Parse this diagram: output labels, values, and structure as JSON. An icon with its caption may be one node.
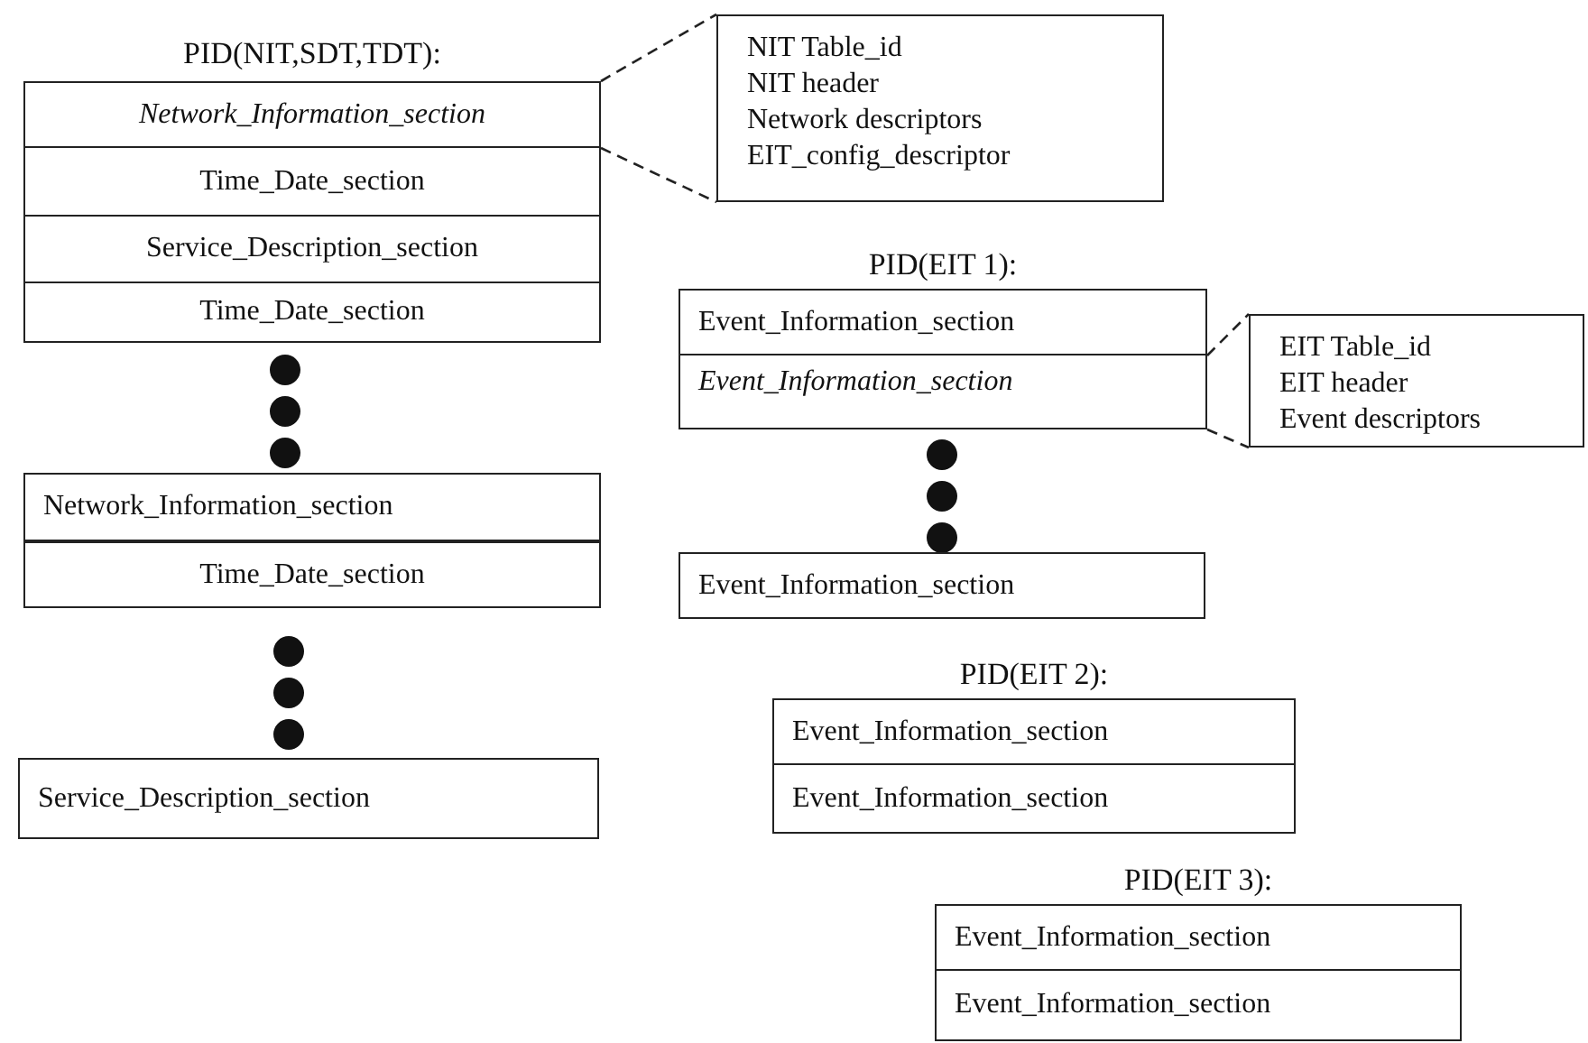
{
  "diagram": {
    "nodes": [
      {
        "text": [
          "PID(NIT,SDT,TDT):"
        ]
      },
      {
        "text": [
          "Network_Information_section"
        ],
        "in": 0
      },
      {
        "text": [
          "Time_Date_section"
        ],
        "in": 0
      },
      {
        "text": [
          "Service_Description_section"
        ],
        "in": 0
      },
      {
        "text": [
          "Time_Date_section"
        ],
        "in": 0
      },
      {
        "text": [
          "Network_Information_section"
        ]
      },
      {
        "text": [
          "Time_Date_section"
        ]
      },
      {
        "text": [
          "Service_Description_section"
        ]
      },
      {
        "text": [
          "NIT Table_id",
          "NIT header",
          "Network descriptors",
          "EIT_config_descriptor"
        ]
      },
      {
        "text": [
          "PID(EIT 1):"
        ]
      },
      {
        "text": [
          "Event_Information_section"
        ],
        "in": 9
      },
      {
        "text": [
          "Event_Information_section"
        ],
        "in": 9
      },
      {
        "text": [
          "EIT Table_id",
          "EIT header",
          "Event descriptors"
        ]
      },
      {
        "text": [
          "Event_Information_section"
        ]
      },
      {
        "text": [
          "PID(EIT 2):"
        ]
      },
      {
        "text": [
          "Event_Information_section"
        ],
        "in": 14
      },
      {
        "text": [
          "Event_Information_section"
        ],
        "in": 14
      },
      {
        "text": [
          "PID(EIT 3):"
        ]
      },
      {
        "text": [
          "Event_Information_section"
        ],
        "in": 17
      },
      {
        "text": [
          "Event_Information_section"
        ],
        "in": 17
      }
    ],
    "edges": [
      {
        "from": 1,
        "to": 8,
        "arrow": "none",
        "style": "dashed"
      },
      {
        "from": 1,
        "to": 8,
        "arrow": "none",
        "style": "dashed"
      },
      {
        "from": 11,
        "to": 12,
        "arrow": "none",
        "style": "dashed"
      },
      {
        "from": 11,
        "to": 12,
        "arrow": "none",
        "style": "dashed"
      }
    ]
  }
}
